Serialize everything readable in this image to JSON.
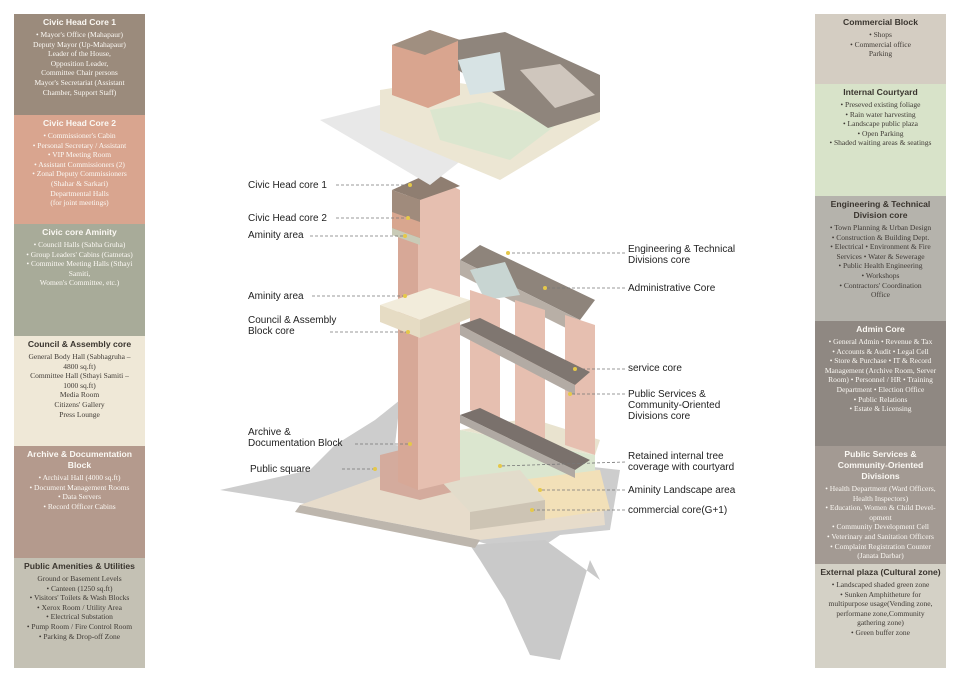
{
  "left_panels": [
    {
      "id": "civic-head-core-1",
      "title": "Civic Head Core 1",
      "color": "#9b8b7c",
      "items": [
        "Mayor's Office (Mahapaur)",
        "Deputy Mayor (Up-Mahapaur)",
        "Leader of the House,",
        "Opposition Leader,",
        "Committee Chair persons",
        "Mayor's Secretariat (Assistant",
        "Chamber, Support Staff)"
      ]
    },
    {
      "id": "civic-head-core-2",
      "title": "Civic Head Core 2",
      "color": "#d9a58f",
      "items": [
        "Commissioner's Cabin",
        "Personal Secretary / Assistant",
        "VIP Meeting Room",
        "Assistant Commissioners (2)",
        "Zonal Deputy Commissioners",
        "(Shahar & Sarkari)",
        "Departmental Halls",
        "(for joint meetings)"
      ]
    },
    {
      "id": "civic-core-aminity",
      "title": "Civic core Aminity",
      "color": "#a8ab99",
      "items": [
        "Council Halls (Sabha Gruha)",
        "Group Leaders' Cabins (Gatnetas)",
        "Committee Meeting Halls (Sthayi",
        "Samiti,",
        "Women's Committee, etc.)"
      ]
    },
    {
      "id": "council-assembly-core",
      "title": "Council & Assembly core",
      "color": "#efe8d7",
      "items": [
        "General Body Hall (Sabhagruha –",
        "4800 sq.ft)",
        "Committee Hall (Sthayi Samiti –",
        "1000 sq.ft)",
        "Media Room",
        "Citizens' Gallery",
        "Press Lounge"
      ]
    },
    {
      "id": "archive-documentation-block",
      "title": "Archive & Documentation Block",
      "color": "#b49a8d",
      "items": [
        "Archival Hall (4000 sq.ft)",
        "Document Management Rooms",
        "Data Servers",
        "Record Officer Cabins"
      ]
    },
    {
      "id": "public-amenities-utilities",
      "title": "Public Amenities & Utilities",
      "color": "#c4c1b4",
      "items": [
        "Ground or Basement Levels",
        "Canteen (1250 sq.ft)",
        "Visitors' Toilets & Wash Blocks",
        "Xerox Room / Utility Area",
        "Electrical Substation",
        "Pump Room / Fire Control Room",
        "Parking & Drop-off Zone"
      ]
    }
  ],
  "right_panels": [
    {
      "id": "commercial-block",
      "title": "Commercial Block",
      "color": "#d4cdc2",
      "items": [
        "Shops",
        "Commercial office",
        "Parking"
      ]
    },
    {
      "id": "internal-courtyard",
      "title": "Internal Courtyard",
      "color": "#d8e3c9",
      "items": [
        "Preseved existing foliage",
        "Rain water harvesting",
        "Landscape public plaza",
        "Open Parking",
        "Shaded waiting areas & seatings"
      ]
    },
    {
      "id": "engineering-technical-division-core",
      "title": "Engineering & Technical Division core",
      "color": "#b5b3ac",
      "items": [
        "Town Planning & Urban Design",
        "Construction & Building Dept.",
        "Electrical • Environment & Fire",
        "Services • Water & Sewerage",
        "Public Health Engineering",
        "Workshops",
        "Contractors' Coordination",
        "Office"
      ]
    },
    {
      "id": "admin-core",
      "title": "Admin Core",
      "color": "#8f8882",
      "items": [
        "General Admin • Revenue & Tax",
        "Accounts & Audit • Legal Cell",
        "Store & Purchase • IT & Record",
        "Management (Archive Room, Server",
        "Room) • Personnel / HR • Training",
        "Department • Election Office",
        "Public Relations",
        "Estate & Licensing"
      ]
    },
    {
      "id": "public-services-community",
      "title": "Public Services & Community-Oriented Divisions",
      "color": "#a39a93",
      "items": [
        "Health Department (Ward Officers,",
        "Health Inspectors)",
        "Education, Women & Child Devel-",
        "opment",
        "Community Development Cell",
        "Veterinary and Sanitation Officers",
        "Complaint Registration Counter",
        "(Janata Darbar)"
      ]
    },
    {
      "id": "external-plaza",
      "title": "External plaza (Cultural zone)",
      "color": "#d4d1c6",
      "items": [
        "Landscaped shaded green zone",
        "Sunken Amphitheture for",
        "multipurpose usage(Vending zone,",
        "performane zone,Community",
        "gathering zone)",
        "Green buffer zone"
      ]
    }
  ],
  "callouts": {
    "civic_head_core_1": "Civic Head core 1",
    "civic_head_core_2": "Civic Head core 2",
    "aminity_area_1": "Aminity area",
    "aminity_area_2": "Aminity area",
    "council_assembly_block_core": "Council & Assembly\nBlock core",
    "archive_documentation_block": "Archive &\nDocumentation Block",
    "public_square": "Public square",
    "engineering_technical_core": "Engineering & Technical\nDivisions core",
    "administrative_core": "Administrative Core",
    "service_core": "service core",
    "public_services_core": "Public Services &\nCommunity-Oriented\nDivisions core",
    "retained_tree_coverage": "Retained internal tree\ncoverage with courtyard",
    "aminity_landscape_area": "Aminity Landscape area",
    "commercial_core": "commercial core(G+1)"
  },
  "colors": {
    "pink_block": "#e6bfb0",
    "brown_block": "#968375",
    "dark_block": "#857a72",
    "cream_block": "#eee8d6",
    "green_court": "#dbe6cf",
    "grey_ground": "#cfcfcf",
    "leader_line": "#777777",
    "marker": "#e5c84a"
  }
}
